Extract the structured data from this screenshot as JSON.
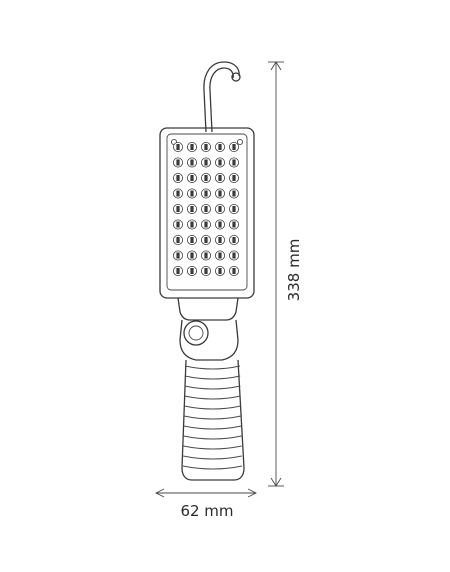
{
  "dimensions": {
    "height_label": "338 mm",
    "width_label": "62 mm"
  },
  "colors": {
    "outline": "#3a3a3a",
    "background": "#ffffff"
  },
  "led_grid": {
    "rows": 9,
    "cols": 5
  }
}
